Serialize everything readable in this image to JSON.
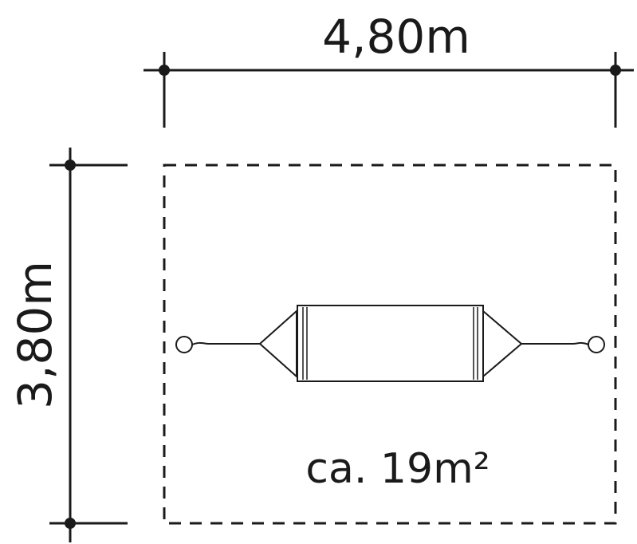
{
  "dimensions": {
    "width_label": "4,80m",
    "depth_label": "3,80m",
    "area_label": "ca. 19m²"
  },
  "colors": {
    "line": "#1a1a1a",
    "background": "#ffffff"
  }
}
